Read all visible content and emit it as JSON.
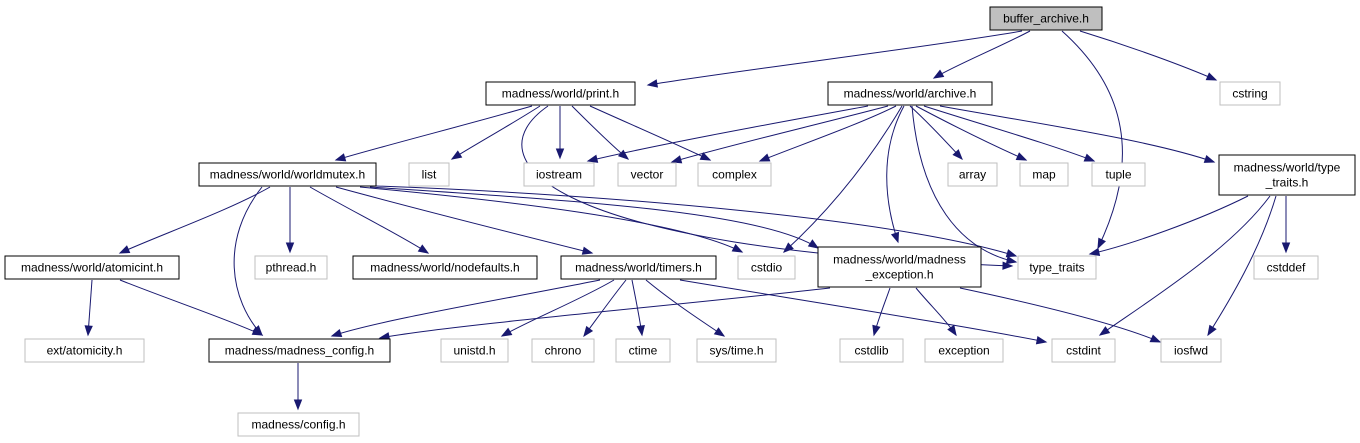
{
  "graph": {
    "nodes": [
      {
        "id": "buffer_archive",
        "lines": [
          "buffer_archive.h"
        ],
        "kind": "main"
      },
      {
        "id": "print",
        "lines": [
          "madness/world/print.h"
        ],
        "kind": "doc"
      },
      {
        "id": "archive",
        "lines": [
          "madness/world/archive.h"
        ],
        "kind": "doc"
      },
      {
        "id": "cstring",
        "lines": [
          "cstring"
        ],
        "kind": "sys"
      },
      {
        "id": "worldmutex",
        "lines": [
          "madness/world/worldmutex.h"
        ],
        "kind": "doc"
      },
      {
        "id": "list",
        "lines": [
          "list"
        ],
        "kind": "sys"
      },
      {
        "id": "iostream",
        "lines": [
          "iostream"
        ],
        "kind": "sys"
      },
      {
        "id": "vector",
        "lines": [
          "vector"
        ],
        "kind": "sys"
      },
      {
        "id": "complex",
        "lines": [
          "complex"
        ],
        "kind": "sys"
      },
      {
        "id": "array",
        "lines": [
          "array"
        ],
        "kind": "sys"
      },
      {
        "id": "map",
        "lines": [
          "map"
        ],
        "kind": "sys"
      },
      {
        "id": "tuple",
        "lines": [
          "tuple"
        ],
        "kind": "sys"
      },
      {
        "id": "type_traits_h",
        "lines": [
          "madness/world/type",
          "_traits.h"
        ],
        "kind": "doc"
      },
      {
        "id": "atomicint",
        "lines": [
          "madness/world/atomicint.h"
        ],
        "kind": "doc"
      },
      {
        "id": "pthread",
        "lines": [
          "pthread.h"
        ],
        "kind": "sys"
      },
      {
        "id": "nodefaults",
        "lines": [
          "madness/world/nodefaults.h"
        ],
        "kind": "doc"
      },
      {
        "id": "timers",
        "lines": [
          "madness/world/timers.h"
        ],
        "kind": "doc"
      },
      {
        "id": "cstdio",
        "lines": [
          "cstdio"
        ],
        "kind": "sys"
      },
      {
        "id": "madness_exception",
        "lines": [
          "madness/world/madness",
          "_exception.h"
        ],
        "kind": "doc"
      },
      {
        "id": "type_traits",
        "lines": [
          "type_traits"
        ],
        "kind": "sys"
      },
      {
        "id": "cstddef",
        "lines": [
          "cstddef"
        ],
        "kind": "sys"
      },
      {
        "id": "ext_atomicity",
        "lines": [
          "ext/atomicity.h"
        ],
        "kind": "sys"
      },
      {
        "id": "madness_config",
        "lines": [
          "madness/madness_config.h"
        ],
        "kind": "doc"
      },
      {
        "id": "unistd",
        "lines": [
          "unistd.h"
        ],
        "kind": "sys"
      },
      {
        "id": "chrono",
        "lines": [
          "chrono"
        ],
        "kind": "sys"
      },
      {
        "id": "ctime",
        "lines": [
          "ctime"
        ],
        "kind": "sys"
      },
      {
        "id": "sys_time",
        "lines": [
          "sys/time.h"
        ],
        "kind": "sys"
      },
      {
        "id": "cstdlib",
        "lines": [
          "cstdlib"
        ],
        "kind": "sys"
      },
      {
        "id": "exception",
        "lines": [
          "exception"
        ],
        "kind": "sys"
      },
      {
        "id": "cstdint",
        "lines": [
          "cstdint"
        ],
        "kind": "sys"
      },
      {
        "id": "iosfwd",
        "lines": [
          "iosfwd"
        ],
        "kind": "sys"
      },
      {
        "id": "config",
        "lines": [
          "madness/config.h"
        ],
        "kind": "sys"
      }
    ],
    "edges": [
      [
        "buffer_archive",
        "print"
      ],
      [
        "buffer_archive",
        "archive"
      ],
      [
        "buffer_archive",
        "type_traits"
      ],
      [
        "buffer_archive",
        "cstring"
      ],
      [
        "print",
        "worldmutex"
      ],
      [
        "print",
        "list"
      ],
      [
        "print",
        "iostream"
      ],
      [
        "print",
        "vector"
      ],
      [
        "print",
        "complex"
      ],
      [
        "print",
        "type_traits"
      ],
      [
        "archive",
        "iostream"
      ],
      [
        "archive",
        "vector"
      ],
      [
        "archive",
        "complex"
      ],
      [
        "archive",
        "cstdio"
      ],
      [
        "archive",
        "madness_exception"
      ],
      [
        "archive",
        "array"
      ],
      [
        "archive",
        "map"
      ],
      [
        "archive",
        "tuple"
      ],
      [
        "archive",
        "type_traits"
      ],
      [
        "archive",
        "type_traits_h"
      ],
      [
        "worldmutex",
        "atomicint"
      ],
      [
        "worldmutex",
        "madness_config"
      ],
      [
        "worldmutex",
        "pthread"
      ],
      [
        "worldmutex",
        "nodefaults"
      ],
      [
        "worldmutex",
        "timers"
      ],
      [
        "worldmutex",
        "cstdio"
      ],
      [
        "worldmutex",
        "madness_exception"
      ],
      [
        "worldmutex",
        "type_traits"
      ],
      [
        "type_traits_h",
        "type_traits"
      ],
      [
        "type_traits_h",
        "cstddef"
      ],
      [
        "type_traits_h",
        "cstdint"
      ],
      [
        "type_traits_h",
        "iosfwd"
      ],
      [
        "atomicint",
        "ext_atomicity"
      ],
      [
        "atomicint",
        "madness_config"
      ],
      [
        "timers",
        "madness_config"
      ],
      [
        "timers",
        "unistd"
      ],
      [
        "timers",
        "chrono"
      ],
      [
        "timers",
        "ctime"
      ],
      [
        "timers",
        "sys_time"
      ],
      [
        "timers",
        "cstdint"
      ],
      [
        "madness_exception",
        "madness_config"
      ],
      [
        "madness_exception",
        "cstdlib"
      ],
      [
        "madness_exception",
        "exception"
      ],
      [
        "madness_exception",
        "iosfwd"
      ],
      [
        "madness_config",
        "config"
      ]
    ]
  }
}
